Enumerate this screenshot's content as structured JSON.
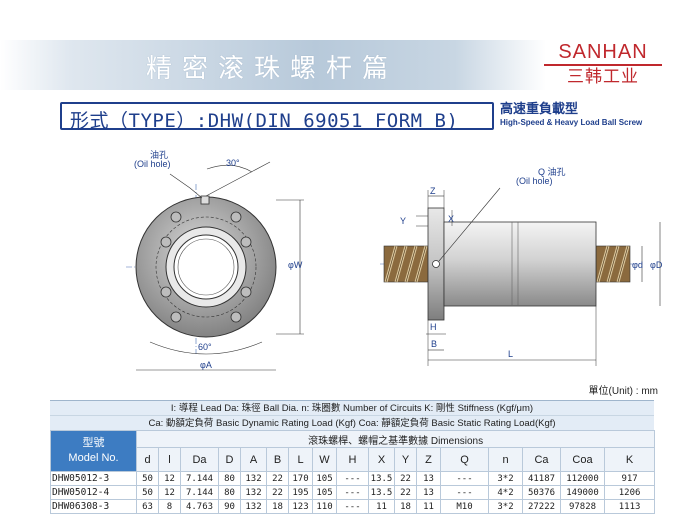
{
  "header": {
    "title": "精密滚珠螺杆篇",
    "brand_en": "SANHAN",
    "brand_cn": "三韩工业"
  },
  "type_block": {
    "title": "形式（TYPE）:DHW(DIN 69051 FORM B)",
    "subtitle_cn": "高速重負載型",
    "subtitle_en": "High-Speed & Heavy Load Ball Screw"
  },
  "drawing_labels": {
    "oil_hole_cn": "油孔",
    "oil_hole_en": "(Oil hole)",
    "angle_30": "30°",
    "angle_60": "60°",
    "phi_w": "φW",
    "phi_a": "φA",
    "q_oil_hole_cn": "Q 油孔",
    "q_oil_hole_en": "(Oil hole)",
    "z": "Z",
    "y": "Y",
    "x": "X",
    "h": "H",
    "b": "B",
    "l": "L",
    "phi_d": "φd",
    "phi_D": "φD"
  },
  "unit_label": "單位(Unit) : mm",
  "notes": {
    "line1": "I: 導程  Lead    Da: 珠徑  Ball Dia.   n: 珠圈數  Number of Circuits    K: 剛性  Stiffness (Kgf/μm)",
    "line2": "Ca: 動額定負荷  Basic Dynamic Rating Load (Kgf)   Coa: 靜額定負荷  Basic Static Rating Load(Kgf)"
  },
  "table": {
    "model_header_cn": "型號",
    "model_header_en": "Model No.",
    "dimensions_header": "滾珠螺桿、螺帽之基準數據  Dimensions",
    "columns": [
      "d",
      "l",
      "Da",
      "D",
      "A",
      "B",
      "L",
      "W",
      "H",
      "X",
      "Y",
      "Z",
      "Q",
      "n",
      "Ca",
      "Coa",
      "K"
    ],
    "rows": [
      [
        "DHW05012-3",
        "50",
        "12",
        "7.144",
        "80",
        "132",
        "22",
        "170",
        "105",
        "---",
        "13.5",
        "22",
        "13",
        "---",
        "3*2",
        "41187",
        "112000",
        "917"
      ],
      [
        "DHW05012-4",
        "50",
        "12",
        "7.144",
        "80",
        "132",
        "22",
        "195",
        "105",
        "---",
        "13.5",
        "22",
        "13",
        "---",
        "4*2",
        "50376",
        "149000",
        "1206"
      ],
      [
        "DHW06308-3",
        "63",
        "8",
        "4.763",
        "90",
        "132",
        "18",
        "123",
        "110",
        "---",
        "11",
        "18",
        "11",
        "M10",
        "3*2",
        "27222",
        "97828",
        "1113"
      ]
    ]
  },
  "colors": {
    "title_blue": "#1f3f8c",
    "brand_red": "#c0282d",
    "model_header_bg": "#3d7cc2"
  }
}
